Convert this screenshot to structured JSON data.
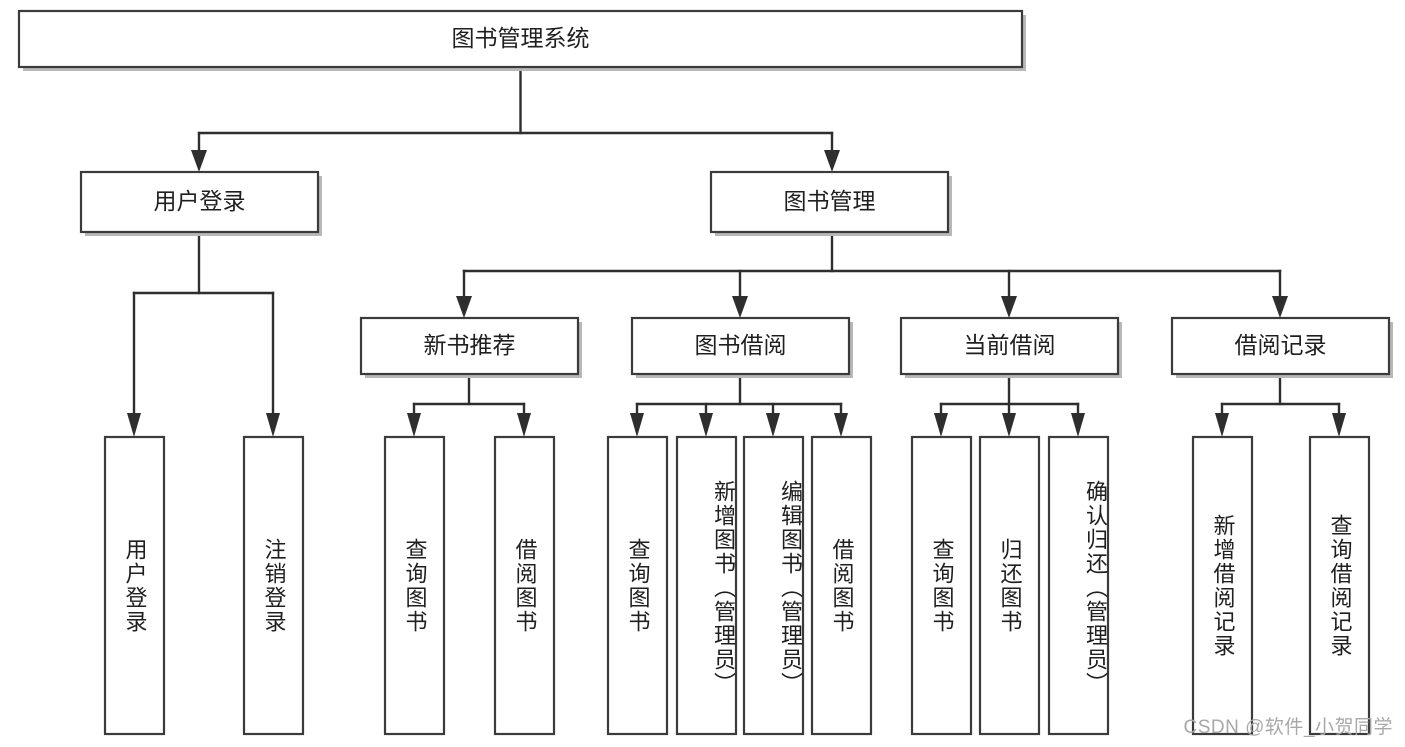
{
  "diagram": {
    "type": "tree-hierarchy",
    "title": "图书管理系统",
    "root": {
      "id": "root",
      "label": "图书管理系统",
      "orientation": "horizontal"
    },
    "level2": [
      {
        "id": "user-login",
        "label": "用户登录",
        "orientation": "horizontal"
      },
      {
        "id": "book-management",
        "label": "图书管理",
        "orientation": "horizontal"
      }
    ],
    "level3": [
      {
        "id": "new-book-recommend",
        "label": "新书推荐",
        "orientation": "horizontal",
        "parent": "book-management"
      },
      {
        "id": "book-borrow",
        "label": "图书借阅",
        "orientation": "horizontal",
        "parent": "book-management"
      },
      {
        "id": "current-borrow",
        "label": "当前借阅",
        "orientation": "horizontal",
        "parent": "book-management"
      },
      {
        "id": "borrow-record",
        "label": "借阅记录",
        "orientation": "horizontal",
        "parent": "book-management"
      }
    ],
    "leaves": [
      {
        "id": "leaf-user-login",
        "label": "用户登录",
        "parent": "user-login",
        "orientation": "vertical"
      },
      {
        "id": "leaf-logout-login",
        "label": "注销登录",
        "parent": "user-login",
        "orientation": "vertical"
      },
      {
        "id": "leaf-query-book-1",
        "label": "查询图书",
        "parent": "new-book-recommend",
        "orientation": "vertical"
      },
      {
        "id": "leaf-borrow-book-1",
        "label": "借阅图书",
        "parent": "new-book-recommend",
        "orientation": "vertical"
      },
      {
        "id": "leaf-query-book-2",
        "label": "查询图书",
        "parent": "book-borrow",
        "orientation": "vertical"
      },
      {
        "id": "leaf-add-book",
        "label": "新增图书（管理员）",
        "parent": "book-borrow",
        "orientation": "vertical"
      },
      {
        "id": "leaf-edit-book",
        "label": "编辑图书（管理员）",
        "parent": "book-borrow",
        "orientation": "vertical"
      },
      {
        "id": "leaf-borrow-book-2",
        "label": "借阅图书",
        "parent": "book-borrow",
        "orientation": "vertical"
      },
      {
        "id": "leaf-query-book-3",
        "label": "查询图书",
        "parent": "current-borrow",
        "orientation": "vertical"
      },
      {
        "id": "leaf-return-book",
        "label": "归还图书",
        "parent": "current-borrow",
        "orientation": "vertical"
      },
      {
        "id": "leaf-confirm-return",
        "label": "确认归还（管理员）",
        "parent": "current-borrow",
        "orientation": "vertical"
      },
      {
        "id": "leaf-add-record",
        "label": "新增借阅记录",
        "parent": "borrow-record",
        "orientation": "vertical"
      },
      {
        "id": "leaf-query-record",
        "label": "查询借阅记录",
        "parent": "borrow-record",
        "orientation": "vertical"
      }
    ]
  },
  "watermark": {
    "text": "CSDN @软件_小贺同学"
  },
  "colors": {
    "box_stroke": "#3b3b3b",
    "box_fill": "#ffffff",
    "connector": "#2e2e2e",
    "text": "#1f1f1f",
    "watermark": "#a8a8a8",
    "background": "#ffffff",
    "shadow": "#b8b8b8"
  }
}
